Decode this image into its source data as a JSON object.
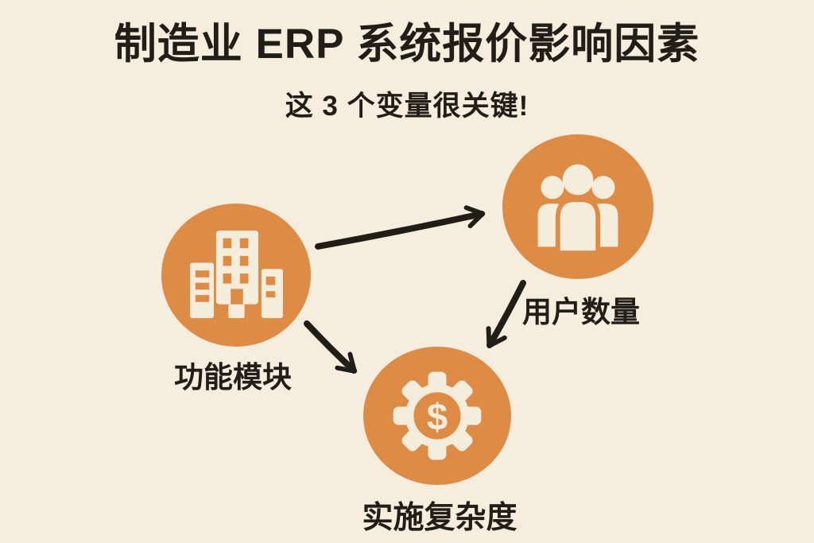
{
  "title": "制造业 ERP 系统报价影响因素",
  "subtitle": "这 3 个变量很关键!",
  "nodes": [
    {
      "id": "function-modules",
      "label": "功能模块",
      "icon": "buildings-icon"
    },
    {
      "id": "user-count",
      "label": "用户数量",
      "icon": "user-group-icon"
    },
    {
      "id": "implementation-complexity",
      "label": "实施复杂度",
      "icon": "gear-dollar-icon",
      "symbol": "$"
    }
  ],
  "edges": [
    {
      "from": "function-modules",
      "to": "user-count"
    },
    {
      "from": "function-modules",
      "to": "implementation-complexity"
    },
    {
      "from": "user-count",
      "to": "implementation-complexity"
    }
  ],
  "colors": {
    "background": "#F5EDDE",
    "accent_orange": "#DD8B45",
    "icon_cream": "#F4EDDC",
    "text": "#211E18",
    "arrow": "#211E18"
  }
}
